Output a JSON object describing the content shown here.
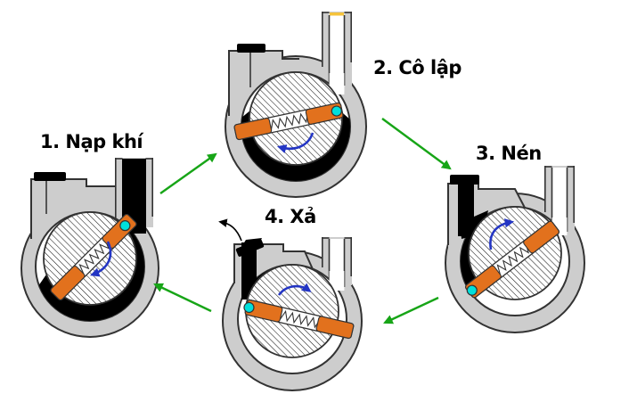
{
  "diagram": {
    "stages": [
      {
        "label": "1. Nạp khí"
      },
      {
        "label": "2. Cô lập"
      },
      {
        "label": "3. Nén"
      },
      {
        "label": "4. Xả"
      }
    ],
    "flow_arrows": [
      {
        "from": "1",
        "to": "2"
      },
      {
        "from": "2",
        "to": "3"
      },
      {
        "from": "3",
        "to": "4"
      },
      {
        "from": "4",
        "to": "1"
      }
    ]
  },
  "colors": {
    "background": "#ffffff",
    "body_gray": "#cdcdcd",
    "outline": "#333333",
    "vane_orange": "#e2711d",
    "pivot_cyan": "#00e0db",
    "gas_black": "#000000",
    "flow_green": "#17a517",
    "rotation_blue": "#2335c4",
    "tube_yellow": "#f5c33b",
    "label_color": "#000000"
  }
}
